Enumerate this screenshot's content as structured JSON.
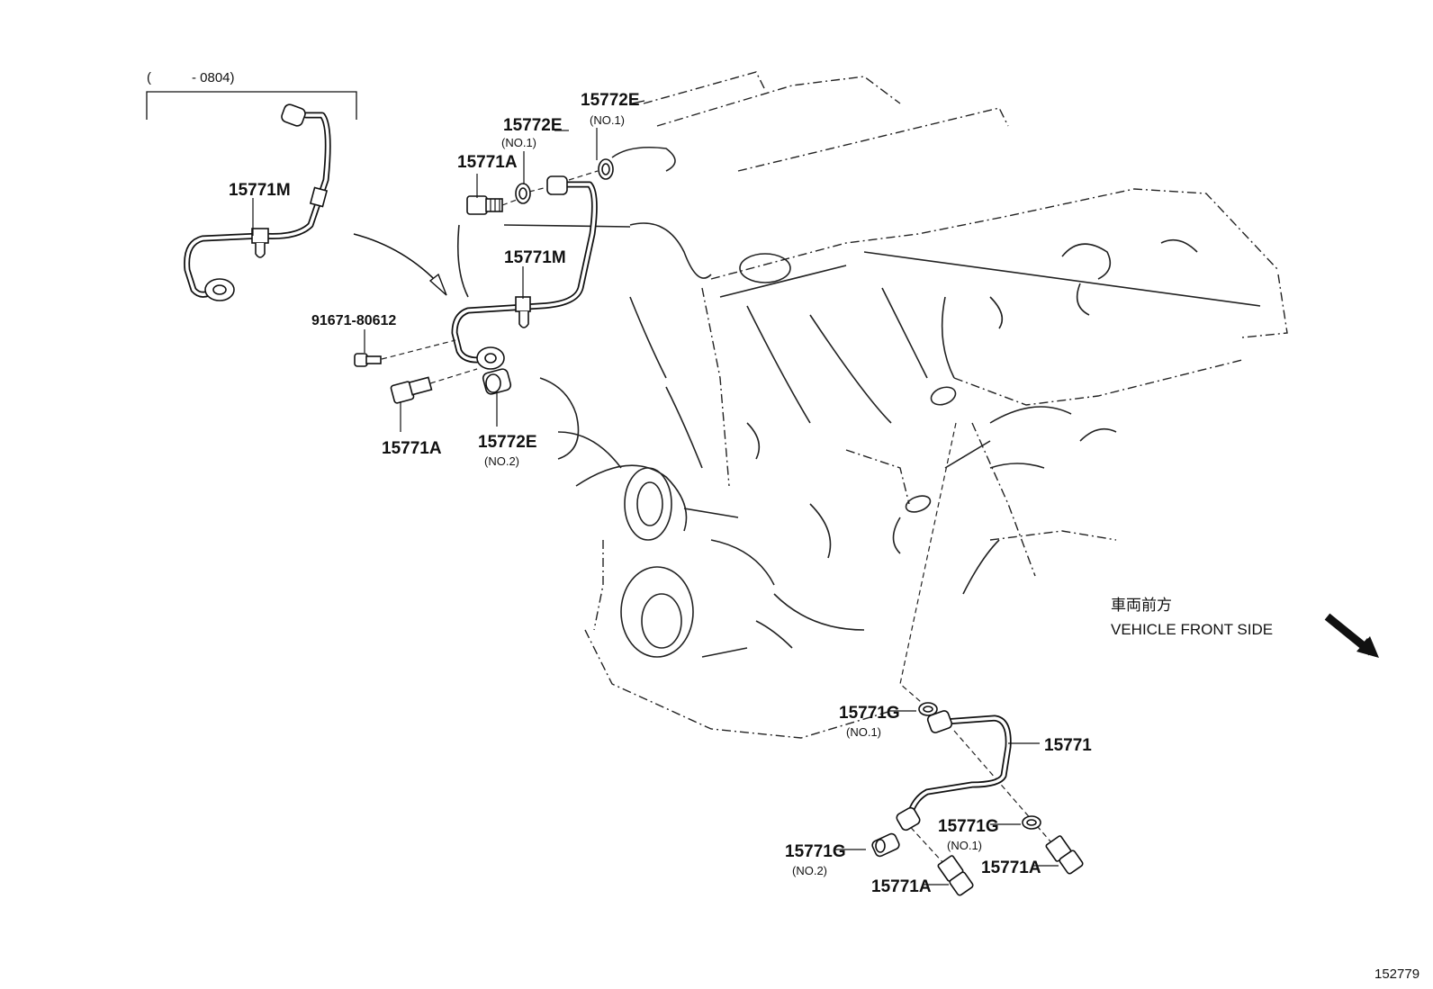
{
  "bracket": {
    "text": "(　　　- 0804)"
  },
  "labels": {
    "l_15771M_top": "15771M",
    "l_15772E_a": "15772E",
    "l_15772E_a_sub": "(NO.1)",
    "l_15772E_b": "15772E",
    "l_15772E_b_sub": "(NO.1)",
    "l_15771A_top": "15771A",
    "l_15771M_mid": "15771M",
    "l_91671": "91671-80612",
    "l_15771A_mid": "15771A",
    "l_15772E_c": "15772E",
    "l_15772E_c_sub": "(NO.2)",
    "l_15771G_a": "15771G",
    "l_15771G_a_sub": "(NO.1)",
    "l_15771": "15771",
    "l_15771G_b": "15771G",
    "l_15771G_b_sub": "(NO.1)",
    "l_15771G_c": "15771G",
    "l_15771G_c_sub": "(NO.2)",
    "l_15771A_r": "15771A",
    "l_15771A_b": "15771A"
  },
  "direction": {
    "jp": "車両前方",
    "en": "VEHICLE FRONT SIDE",
    "icon": "arrow-down-right-icon"
  },
  "figure_number": "152779"
}
